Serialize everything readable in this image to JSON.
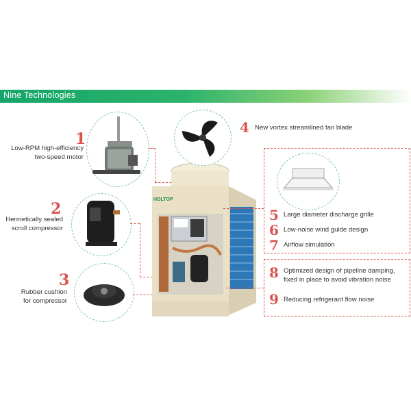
{
  "header": {
    "title": "Nine Technologies"
  },
  "left": [
    {
      "num": "1",
      "line1": "Low-RPM high-efficiency",
      "line2": "two-speed motor"
    },
    {
      "num": "2",
      "line1": "Hermetically sealed",
      "line2": "scroll compressor"
    },
    {
      "num": "3",
      "line1": "Rubber cushion",
      "line2": "for compressor"
    }
  ],
  "top_right": {
    "num": "4",
    "text": "New vortex streamlined fan blade"
  },
  "box1": [
    {
      "num": "5",
      "text": "Large diameter discharge grille"
    },
    {
      "num": "6",
      "text": "Low-noise wind guide design"
    },
    {
      "num": "7",
      "text": "Airflow simulation"
    }
  ],
  "box2": [
    {
      "num": "8",
      "line1": "Optimized design of pipeline damping,",
      "line2": "fixed in place to avoid vibration noise"
    },
    {
      "num": "9",
      "text": "Reducing refrigerant flow noise"
    }
  ],
  "unit": {
    "brand": "HOLTOP"
  },
  "colors": {
    "header_green": "#14a56a",
    "accent_red": "#d9534f",
    "circle_green": "#7fc7a7"
  }
}
